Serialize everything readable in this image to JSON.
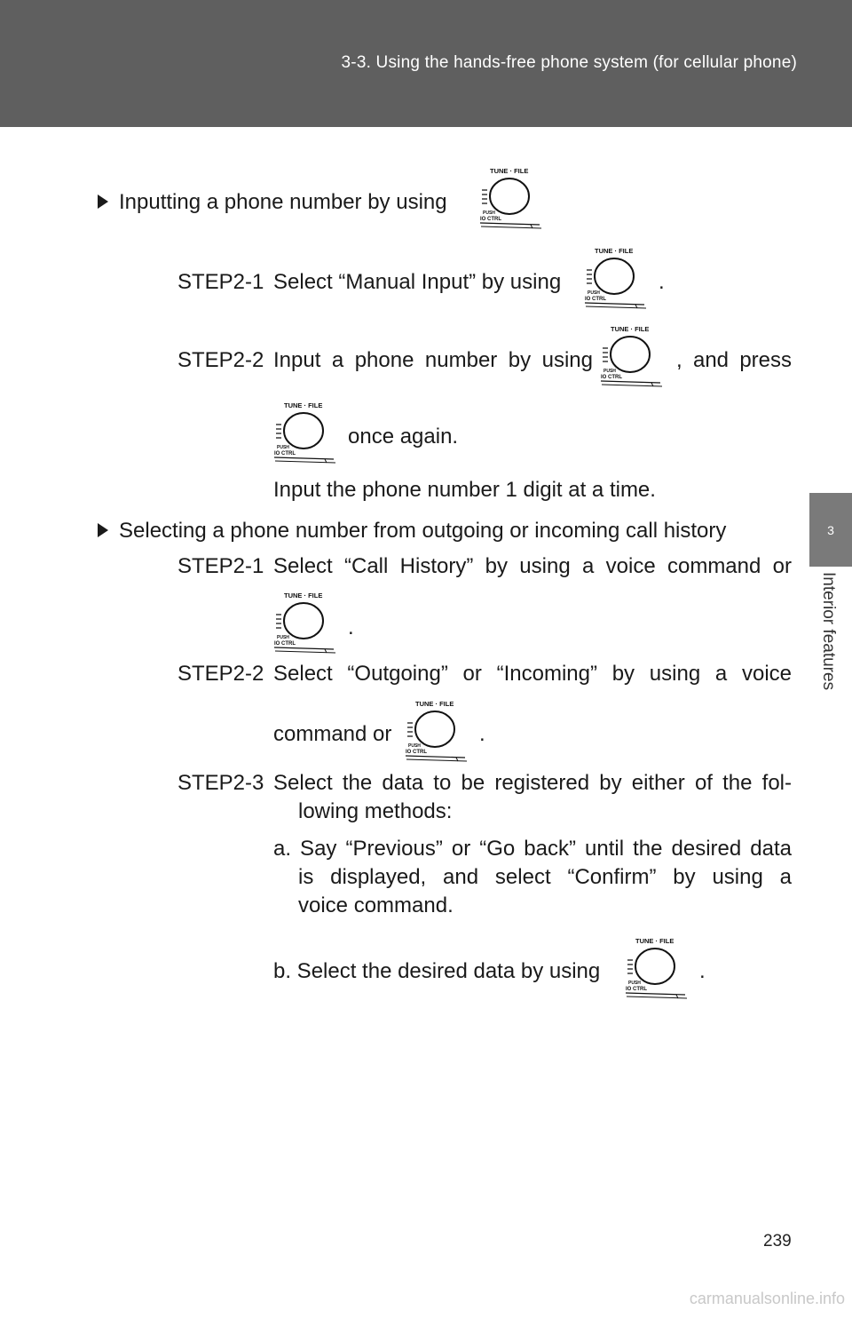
{
  "header": {
    "title": "3-3. Using the hands-free phone system (for cellular phone)"
  },
  "side_tab": {
    "number": "3",
    "label": "Interior features"
  },
  "knob": {
    "top_label": "TUNE · FILE",
    "push_label": "PUSH",
    "bottom_label": "IO CTRL"
  },
  "section1": {
    "heading": "Inputting a phone number by using",
    "step1_label": "STEP2-1",
    "step1_text": "Select “Manual Input” by using",
    "step1_end": ".",
    "step2_label": "STEP2-2",
    "step2_text": "Input a phone number by using",
    "step2_after": ", and press",
    "step2_cont": "once again.",
    "note": "Input the phone number 1 digit at a time."
  },
  "section2": {
    "heading": "Selecting a phone number from outgoing or incoming call history",
    "step1_label": "STEP2-1",
    "step1_text": "Select “Call History” by using a voice command or",
    "step1_end": ".",
    "step2_label": "STEP2-2",
    "step2_text": "Select “Outgoing” or “Incoming” by using a voice",
    "step2_cont": "command or",
    "step2_end": ".",
    "step3_label": "STEP2-3",
    "step3_text": "Select the data to be registered by either of the fol-",
    "step3_cont": "lowing methods:",
    "a_line1": "a. Say “Previous” or “Go back” until the desired data",
    "a_line2": "is displayed, and select “Confirm” by using a",
    "a_line3": "voice command.",
    "b_text": "b. Select the desired data by using",
    "b_end": "."
  },
  "page_number": "239",
  "watermark": "carmanualsonline.info"
}
